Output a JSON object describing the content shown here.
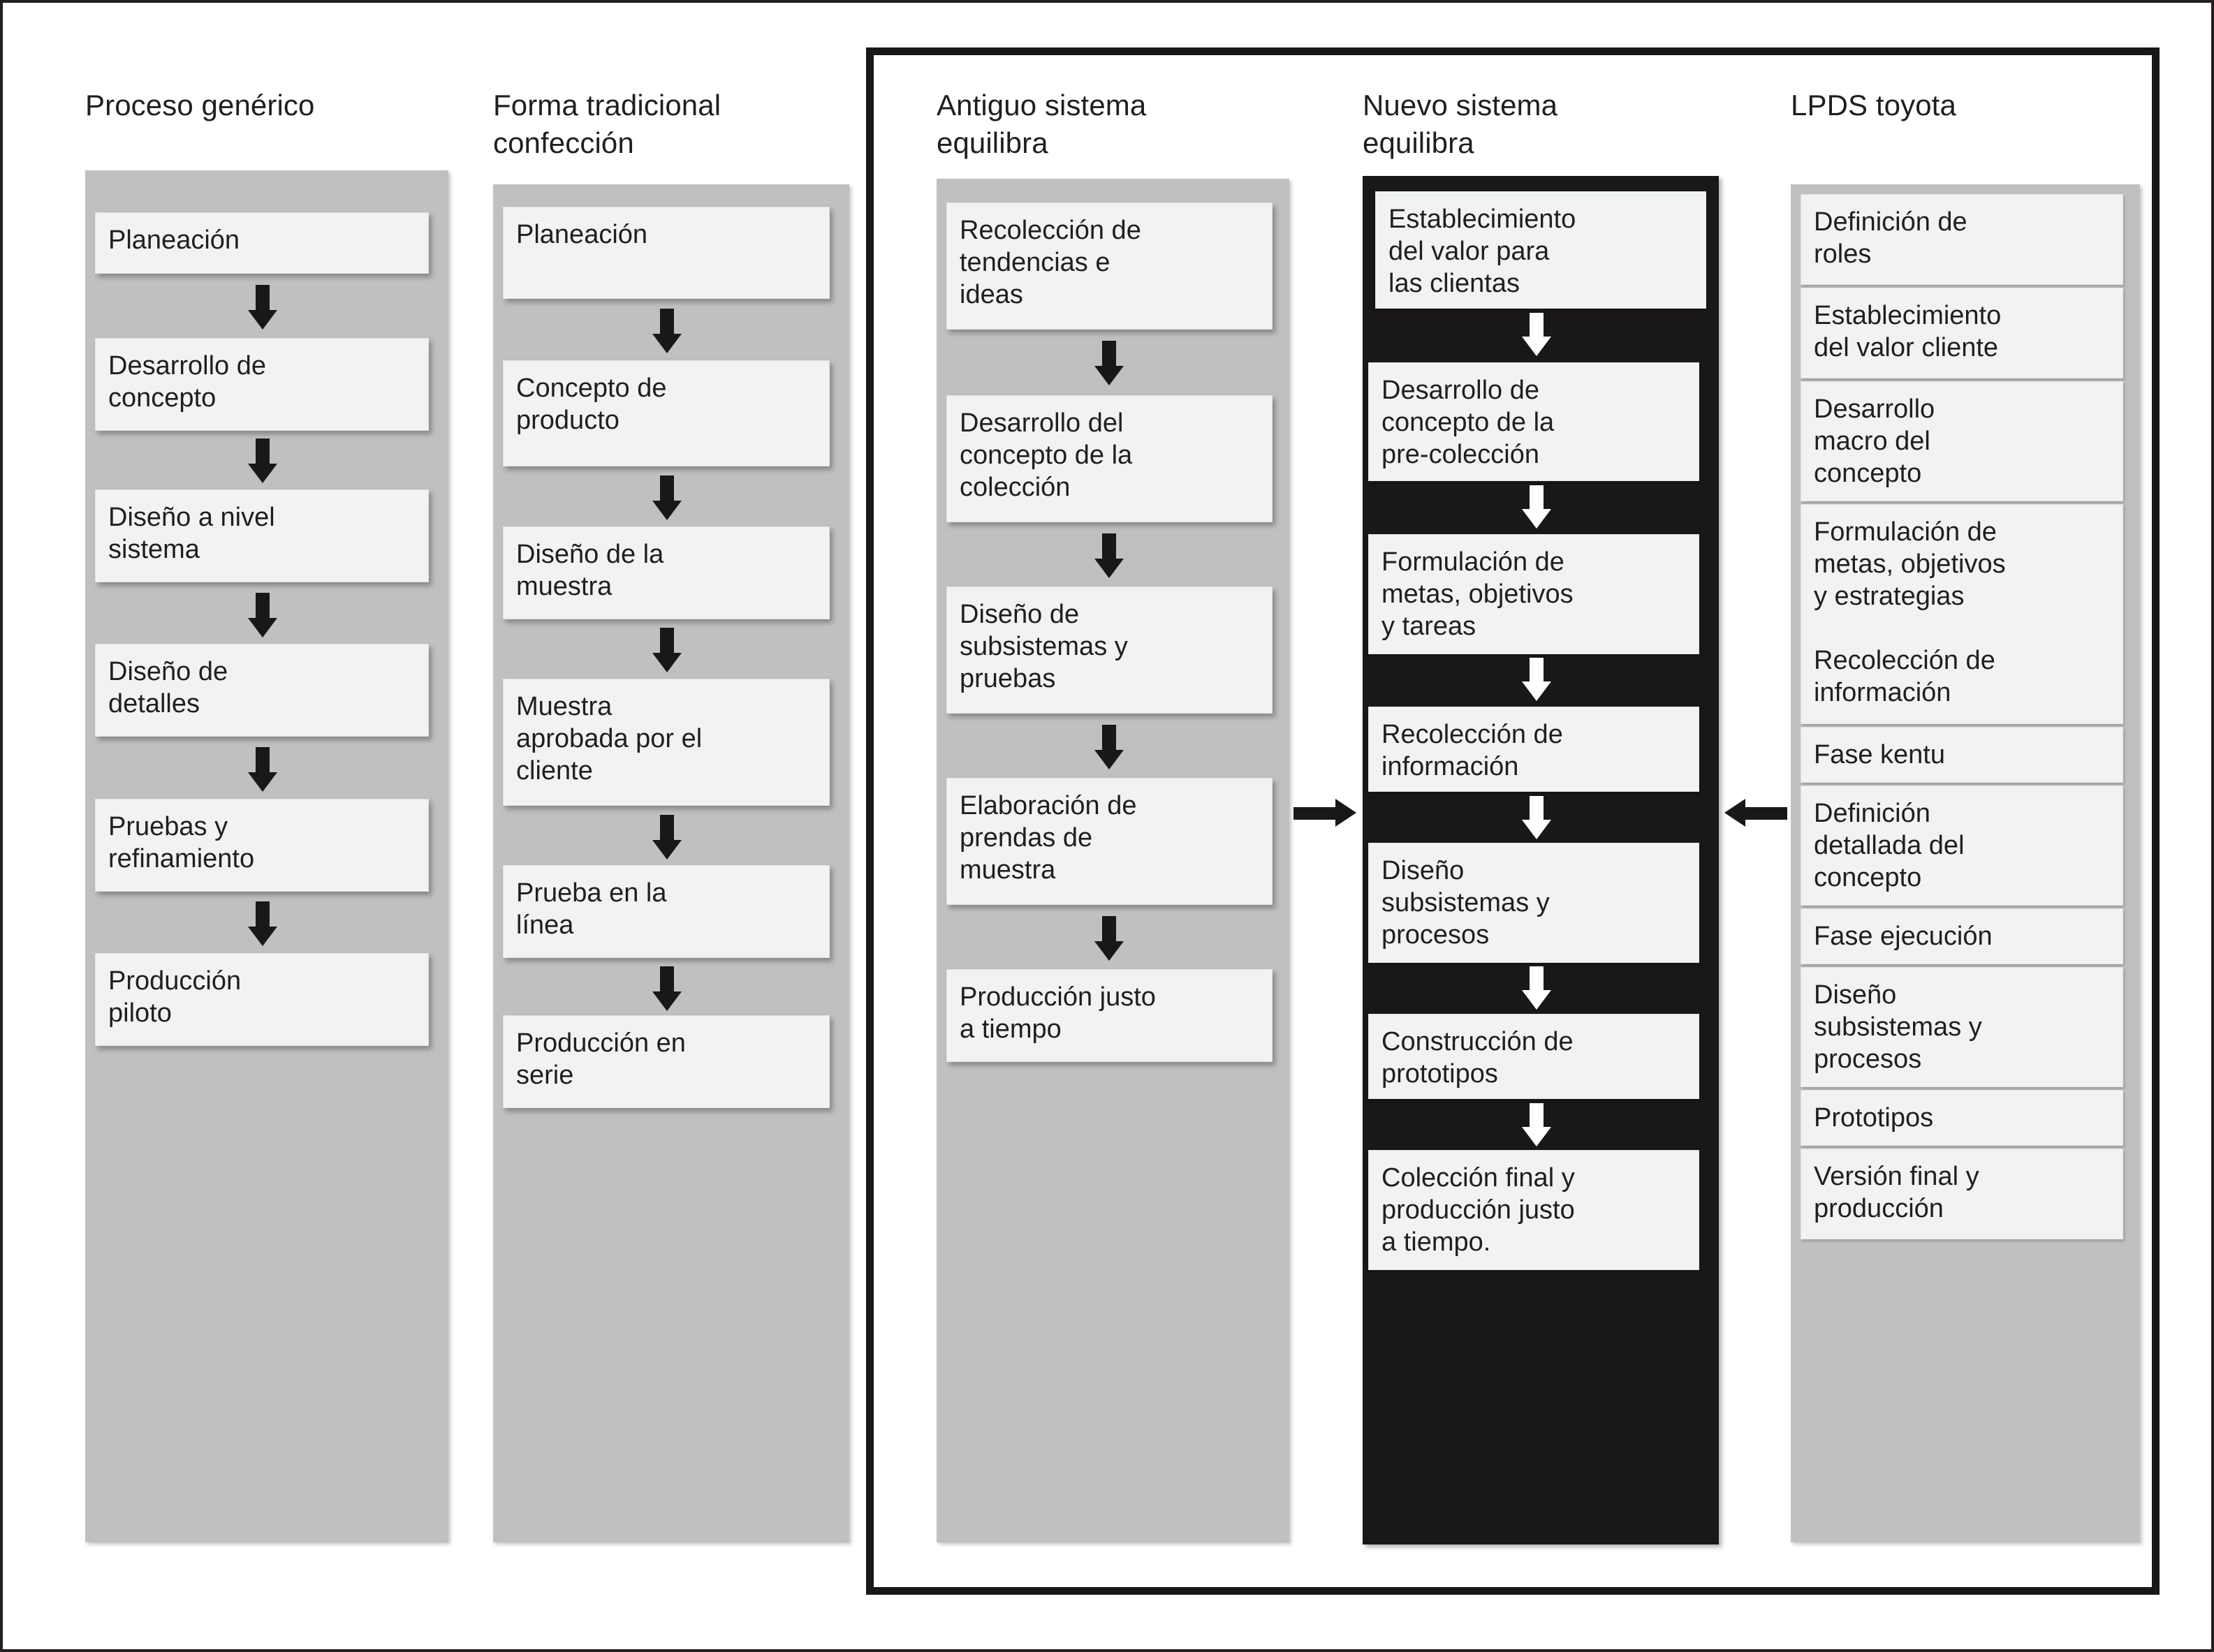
{
  "diagram": {
    "title_hidden": "",
    "colors": {
      "column_background": "#c0c0c2",
      "column_background_dark": "#1a1718",
      "node_background": "#f1f3f3",
      "text": "#221e1f",
      "frame": "#1a1718"
    }
  },
  "columns": [
    {
      "id": "proceso-generico",
      "title": "Proceso genérico",
      "style": "light",
      "nodes": [
        {
          "label": "Planeación"
        },
        {
          "label": "Desarrollo de\nconcepto"
        },
        {
          "label": "Diseño a nivel\nsistema"
        },
        {
          "label": "Diseño de\ndetalles"
        },
        {
          "label": "Pruebas y\nrefinamiento"
        },
        {
          "label": "Producción\npiloto"
        }
      ],
      "connectors": [
        "arrow-down",
        "arrow-down",
        "arrow-down",
        "arrow-down",
        "arrow-down"
      ]
    },
    {
      "id": "forma-tradicional-confeccion",
      "title": "Forma tradicional\nconfección",
      "style": "light",
      "nodes": [
        {
          "label": "Planeación"
        },
        {
          "label": "Concepto de\nproducto"
        },
        {
          "label": "Diseño de la\nmuestra"
        },
        {
          "label": "Muestra\naprobada por el\ncliente"
        },
        {
          "label": "Prueba en la\nlínea"
        },
        {
          "label": "Producción en\nserie"
        }
      ],
      "connectors": [
        "arrow-down",
        "arrow-down",
        "arrow-down",
        "arrow-down",
        "arrow-down"
      ]
    },
    {
      "id": "antiguo-sistema-equilibra",
      "title": "Antiguo sistema\nequilibra",
      "style": "light",
      "nodes": [
        {
          "label": "Recolección de\ntendencias e\nideas"
        },
        {
          "label": "Desarrollo del\nconcepto de la\ncolección"
        },
        {
          "label": "Diseño de\nsubsistemas y\npruebas"
        },
        {
          "label": "Elaboración de\nprendas de\nmuestra"
        },
        {
          "label": "Producción justo\na tiempo"
        }
      ],
      "connectors": [
        "arrow-down",
        "arrow-down",
        "arrow-down",
        "arrow-down"
      ]
    },
    {
      "id": "nuevo-sistema-equilibra",
      "title": "Nuevo sistema\nequilibra",
      "style": "dark",
      "nodes": [
        {
          "label": "Establecimiento\ndel valor para\nlas clientas"
        },
        {
          "label": "Desarrollo de\nconcepto de la\npre-colección"
        },
        {
          "label": "Formulación de\nmetas, objetivos\ny tareas"
        },
        {
          "label": "Recolección de\ninformación"
        },
        {
          "label": "Diseño\nsubsistemas y\nprocesos"
        },
        {
          "label": "Construcción de\nprototipos"
        },
        {
          "label": "Colección final y\nproducción justo\na tiempo."
        }
      ],
      "connectors": [
        "arrow-down-white",
        "arrow-down-white",
        "arrow-down-white",
        "arrow-down-white",
        "arrow-down-white",
        "arrow-down-white"
      ]
    },
    {
      "id": "lpds-toyota",
      "title": "LPDS toyota",
      "style": "light-stack",
      "nodes": [
        {
          "label": "Definición de\nroles"
        },
        {
          "label": "Establecimiento\ndel valor cliente"
        },
        {
          "label": "Desarrollo\nmacro del\nconcepto"
        },
        {
          "label": "Formulación de\nmetas, objetivos\ny estrategias\n\nRecolección de\ninformación"
        },
        {
          "label": "Fase kentu"
        },
        {
          "label": "Definición\ndetallada del\nconcepto"
        },
        {
          "label": "Fase ejecución"
        },
        {
          "label": "Diseño\nsubsistemas y\nprocesos"
        },
        {
          "label": "Prototipos"
        },
        {
          "label": "Versión final y\nproducción"
        }
      ],
      "connectors": []
    }
  ],
  "cross_arrows": [
    {
      "id": "arrow-antiguo-to-nuevo",
      "direction": "right"
    },
    {
      "id": "arrow-lpds-to-nuevo",
      "direction": "left"
    }
  ]
}
